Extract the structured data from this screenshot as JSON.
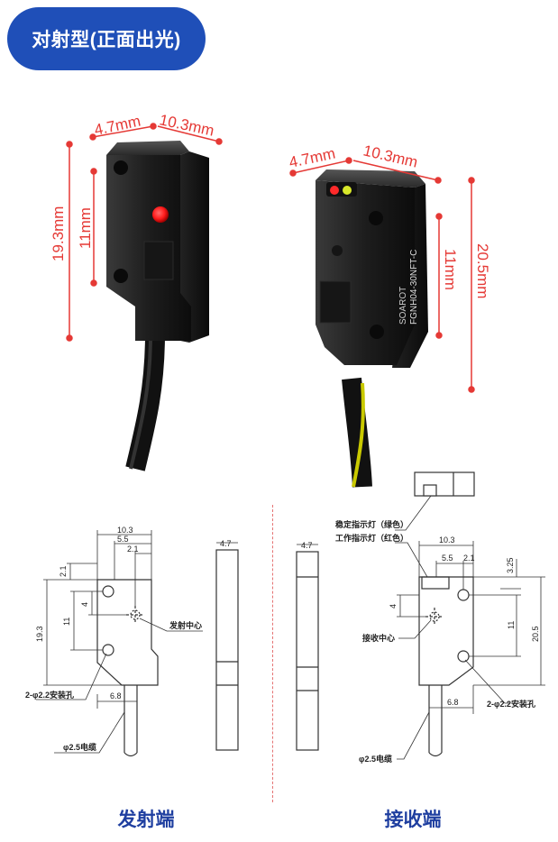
{
  "header": {
    "title": "对射型(正面出光)"
  },
  "top_photos": {
    "emitter": {
      "dim_thickness": "4.7mm",
      "dim_width": "10.3mm",
      "dim_height": "19.3mm",
      "dim_hole_spacing": "11mm"
    },
    "receiver": {
      "dim_thickness": "4.7mm",
      "dim_width": "10.3mm",
      "dim_height": "20.5mm",
      "dim_hole_spacing": "11mm",
      "model_marking": "FGNH04-30NFT-C",
      "brand_marking": "SOAROT"
    }
  },
  "drawings": {
    "emitter": {
      "dim_width": "10.3",
      "dim_5_5": "5.5",
      "dim_2_1_top": "2.1",
      "dim_2_1_left": "2.1",
      "dim_4": "4",
      "dim_11": "11",
      "dim_19_3": "19.3",
      "dim_6_8": "6.8",
      "side_dim_4_7": "4.7",
      "label_center": "发射中心",
      "label_holes": "2-φ2.2安装孔",
      "label_cable": "φ2.5电缆"
    },
    "receiver": {
      "dim_width": "10.3",
      "dim_5_5": "5.5",
      "dim_2_1": "2.1",
      "dim_3_25": "3.25",
      "dim_4": "4",
      "dim_11": "11",
      "dim_20_5": "20.5",
      "dim_6_8": "6.8",
      "side_dim_4_7": "4.7",
      "label_stable": "稳定指示灯（绿色）",
      "label_work": "工作指示灯（红色）",
      "label_center": "接收中心",
      "label_holes": "2-φ2.2安装孔",
      "label_cable": "φ2.5电缆"
    }
  },
  "footer": {
    "emitter_label": "发射端",
    "receiver_label": "接收端"
  },
  "colors": {
    "accent": "#1f4fb8",
    "dimension_red": "#e53935",
    "label_blue": "#1f3fa0"
  }
}
